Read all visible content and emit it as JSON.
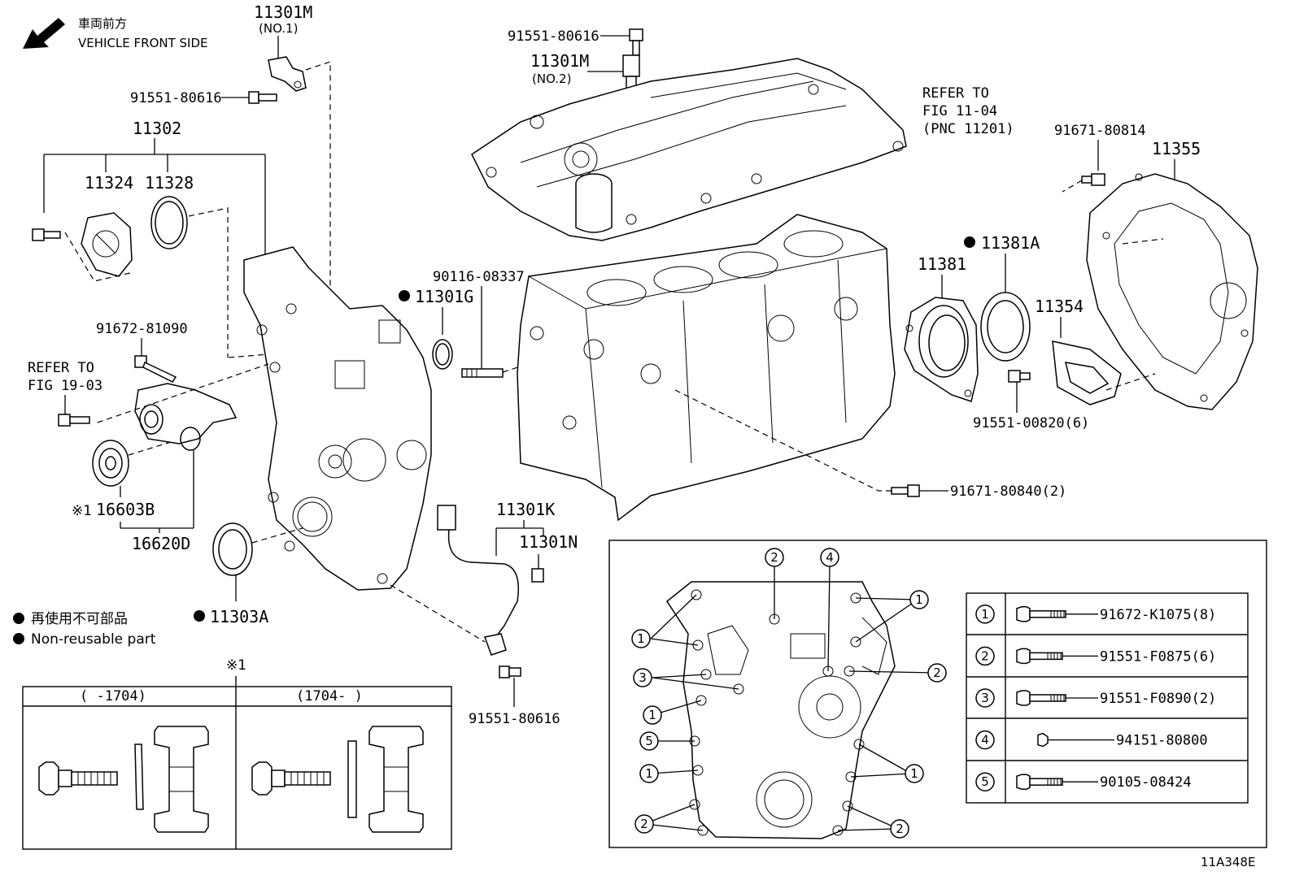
{
  "header": {
    "direction_jp": "車両前方",
    "direction_en": "VEHICLE FRONT SIDE"
  },
  "callouts": {
    "c11301M_1": "11301M",
    "c11301M_1_sub": "(NO.1)",
    "c91551_80616_a": "91551-80616",
    "c11302": "11302",
    "c11324": "11324",
    "c11328": "11328",
    "c91672_81090": "91672-81090",
    "refer19_line1": "REFER TO",
    "refer19_line2": "FIG 19-03",
    "c16603B": "16603B",
    "c16603B_mark": "※1",
    "c16620D": "16620D",
    "c11303A": "11303A",
    "c11301G": "11301G",
    "c90116_08337": "90116-08337",
    "c91551_80616_top": "91551-80616",
    "c11301M_2": "11301M",
    "c11301M_2_sub": "(NO.2)",
    "refer11_line1": "REFER TO",
    "refer11_line2": "FIG 11-04",
    "refer11_line3": "(PNC 11201)",
    "c91671_80814": "91671-80814",
    "c11355": "11355",
    "c11381A": "11381A",
    "c11381": "11381",
    "c11354": "11354",
    "c91551_00820": "91551-00820(6)",
    "c91671_80840": "91671-80840(2)",
    "c11301K": "11301K",
    "c11301N": "11301N",
    "c91551_80616_b": "91551-80616"
  },
  "legend": {
    "line1": "再使用不可部品",
    "line2": "Non-reusable part"
  },
  "inset_variants": {
    "mark": "※1",
    "col1": "(      -1704)",
    "col2": "(1704-      )"
  },
  "bolt_table": {
    "rows": [
      {
        "num": "1",
        "part": "91672-K1075(8)"
      },
      {
        "num": "2",
        "part": "91551-F0875(6)"
      },
      {
        "num": "3",
        "part": "91551-F0890(2)"
      },
      {
        "num": "4",
        "part": "94151-80800"
      },
      {
        "num": "5",
        "part": "90105-08424"
      }
    ]
  },
  "timing_cover_markers": [
    "1",
    "2",
    "3",
    "4",
    "5"
  ],
  "figure_code": "11A348E"
}
